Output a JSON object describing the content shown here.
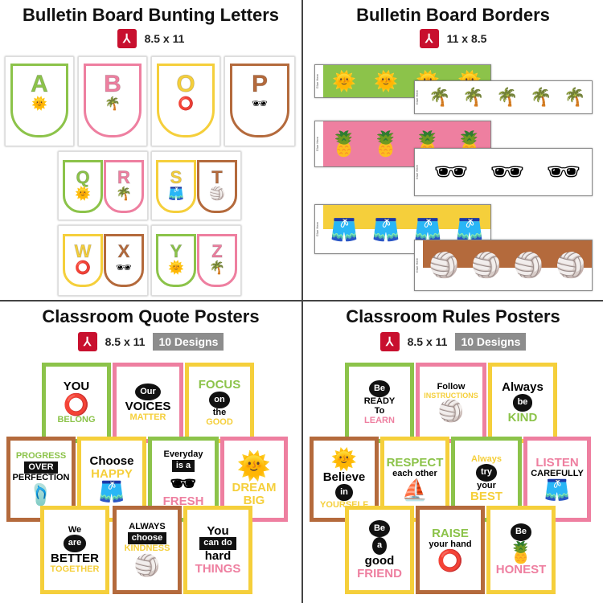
{
  "quad1": {
    "title": "Bulletin Board Bunting Letters",
    "size": "8.5 x 11",
    "pdf_icon": "pdf-icon",
    "letters": [
      "A",
      "B",
      "O",
      "P",
      "Q",
      "R",
      "S",
      "T",
      "W",
      "X",
      "Y",
      "Z"
    ],
    "colors": {
      "green": "#8cc34a",
      "pink": "#ee7fa0",
      "yellow": "#f5cf3b",
      "brown": "#b46a3c"
    }
  },
  "quad2": {
    "title": "Bulletin Board Borders",
    "size": "11 x 8.5",
    "glue_text": "Glue Here"
  },
  "quad3": {
    "title": "Classroom Quote Posters",
    "size": "8.5 x 11",
    "designs": "10 Designs",
    "posters": {
      "p1": [
        "YOU",
        "BELONG"
      ],
      "p2": [
        "Our",
        "VOICES",
        "MATTER"
      ],
      "p3": [
        "FOCUS",
        "on",
        "the",
        "GOOD"
      ],
      "p4": [
        "PROGRESS",
        "OVER",
        "PERFECTION"
      ],
      "p5": [
        "Choose",
        "HAPPY"
      ],
      "p6": [
        "Everyday",
        "is a",
        "FRESH"
      ],
      "p7": [
        "DREAM",
        "BIG"
      ],
      "p8": [
        "We",
        "are",
        "BETTER",
        "TOGETHER"
      ],
      "p9": [
        "ALWAYS",
        "choose",
        "KINDNESS"
      ],
      "p10": [
        "You",
        "can do",
        "hard",
        "THINGS"
      ]
    }
  },
  "quad4": {
    "title": "Classroom Rules Posters",
    "size": "8.5 x 11",
    "designs": "10 Designs",
    "posters": {
      "r1": [
        "Be",
        "READY",
        "To",
        "LEARN"
      ],
      "r2": [
        "Follow",
        "INSTRUCTIONS"
      ],
      "r3": [
        "Always",
        "be",
        "KIND"
      ],
      "r4": [
        "Believe",
        "in",
        "YOURSELF"
      ],
      "r5": [
        "RESPECT",
        "each other"
      ],
      "r6": [
        "Always",
        "try",
        "your",
        "BEST"
      ],
      "r7": [
        "LISTEN",
        "CAREFULLY"
      ],
      "r8": [
        "Be",
        "a",
        "good",
        "FRIEND"
      ],
      "r9": [
        "RAISE",
        "your hand"
      ],
      "r10": [
        "Be",
        "HONEST"
      ]
    }
  }
}
